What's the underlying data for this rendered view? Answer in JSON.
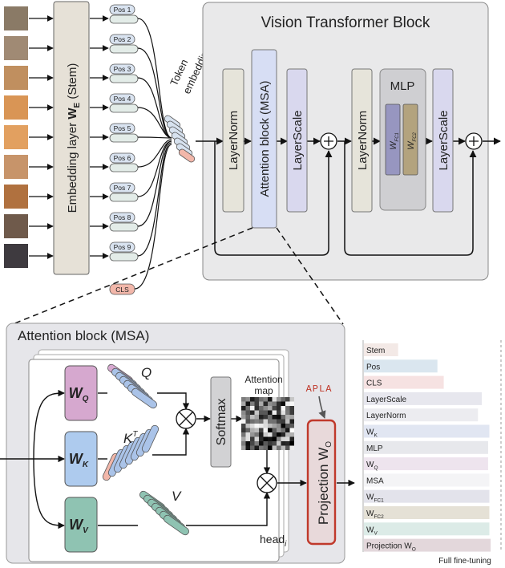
{
  "vit": {
    "title": "Vision Transformer Block",
    "layernorm1": "LayerNorm",
    "attention": "Attention block (MSA)",
    "layerscale1": "LayerScale",
    "layernorm2": "LayerNorm",
    "mlp": "MLP",
    "wfc1": "W",
    "wfc1_sub": "FC1",
    "wfc2": "W",
    "wfc2_sub": "FC2",
    "layerscale2": "LayerScale"
  },
  "stem": {
    "label_prefix": "Embedding layer ",
    "label_bold": "W",
    "label_sub": "E",
    "label_suffix": " (Stem)"
  },
  "positions": [
    "Pos 1",
    "Pos 2",
    "Pos 3",
    "Pos 4",
    "Pos 5",
    "Pos 6",
    "Pos 7",
    "Pos 8",
    "Pos 9"
  ],
  "cls": "CLS",
  "token_embeddings_line1": "Token",
  "token_embeddings_line2": "embeddings",
  "msa": {
    "title": "Attention block (MSA)",
    "wq": "W",
    "wq_sub": "Q",
    "wk": "W",
    "wk_sub": "K",
    "wv": "W",
    "wv_sub": "V",
    "q": "Q",
    "k": "K",
    "k_sup": "T",
    "v": "V",
    "softmax": "Softmax",
    "attn_map_line1": "Attention",
    "attn_map_line2": "map",
    "head": "head",
    "head_sub": "i",
    "apla": "APLA",
    "projection": "Projection W",
    "projection_sub": "O"
  },
  "bars": {
    "labels": [
      "Stem",
      "Pos",
      "CLS",
      "LayerScale",
      "LayerNorm",
      "W_K",
      "MLP",
      "W_Q",
      "MSA",
      "W_FC1",
      "W_FC2",
      "W_V",
      "Projection W_O"
    ],
    "display": [
      {
        "main": "Stem",
        "sub": ""
      },
      {
        "main": "Pos",
        "sub": ""
      },
      {
        "main": "CLS",
        "sub": ""
      },
      {
        "main": "LayerScale",
        "sub": ""
      },
      {
        "main": "LayerNorm",
        "sub": ""
      },
      {
        "main": "W",
        "sub": "K"
      },
      {
        "main": "MLP",
        "sub": ""
      },
      {
        "main": "W",
        "sub": "Q"
      },
      {
        "main": "MSA",
        "sub": ""
      },
      {
        "main": "W",
        "sub": "FC1"
      },
      {
        "main": "W",
        "sub": "FC2"
      },
      {
        "main": "W",
        "sub": "V"
      },
      {
        "main": "Projection W",
        "sub": "O"
      }
    ],
    "values": [
      0.27,
      0.58,
      0.63,
      0.93,
      0.9,
      0.99,
      0.98,
      0.98,
      0.99,
      0.99,
      0.99,
      0.99,
      1.0
    ],
    "colors": [
      "#f3e9e6",
      "#dae6ef",
      "#f6e2e2",
      "#e7e7ee",
      "#ececf0",
      "#e1e6f2",
      "#e7e8ec",
      "#eee4ee",
      "#f4f4f6",
      "#e3e3eb",
      "#e5e1d6",
      "#dcebe7",
      "#e3d7db"
    ],
    "caption": "Full fine-tuning"
  },
  "colors": {
    "layernorm": "#e6e4da",
    "attention": "#d7def4",
    "layerscale": "#d9d8ee",
    "mlp": "#cfcfd2",
    "wfc1": "#9796c0",
    "wfc2": "#b3a37e",
    "wq": "#d6a8cf",
    "wk": "#aecbee",
    "wv": "#8fc3b2",
    "projection_border": "#c0392b",
    "apla": "#c0392b",
    "pos_fill": "#d9e3f0",
    "cls_fill": "#f2b7aa"
  }
}
